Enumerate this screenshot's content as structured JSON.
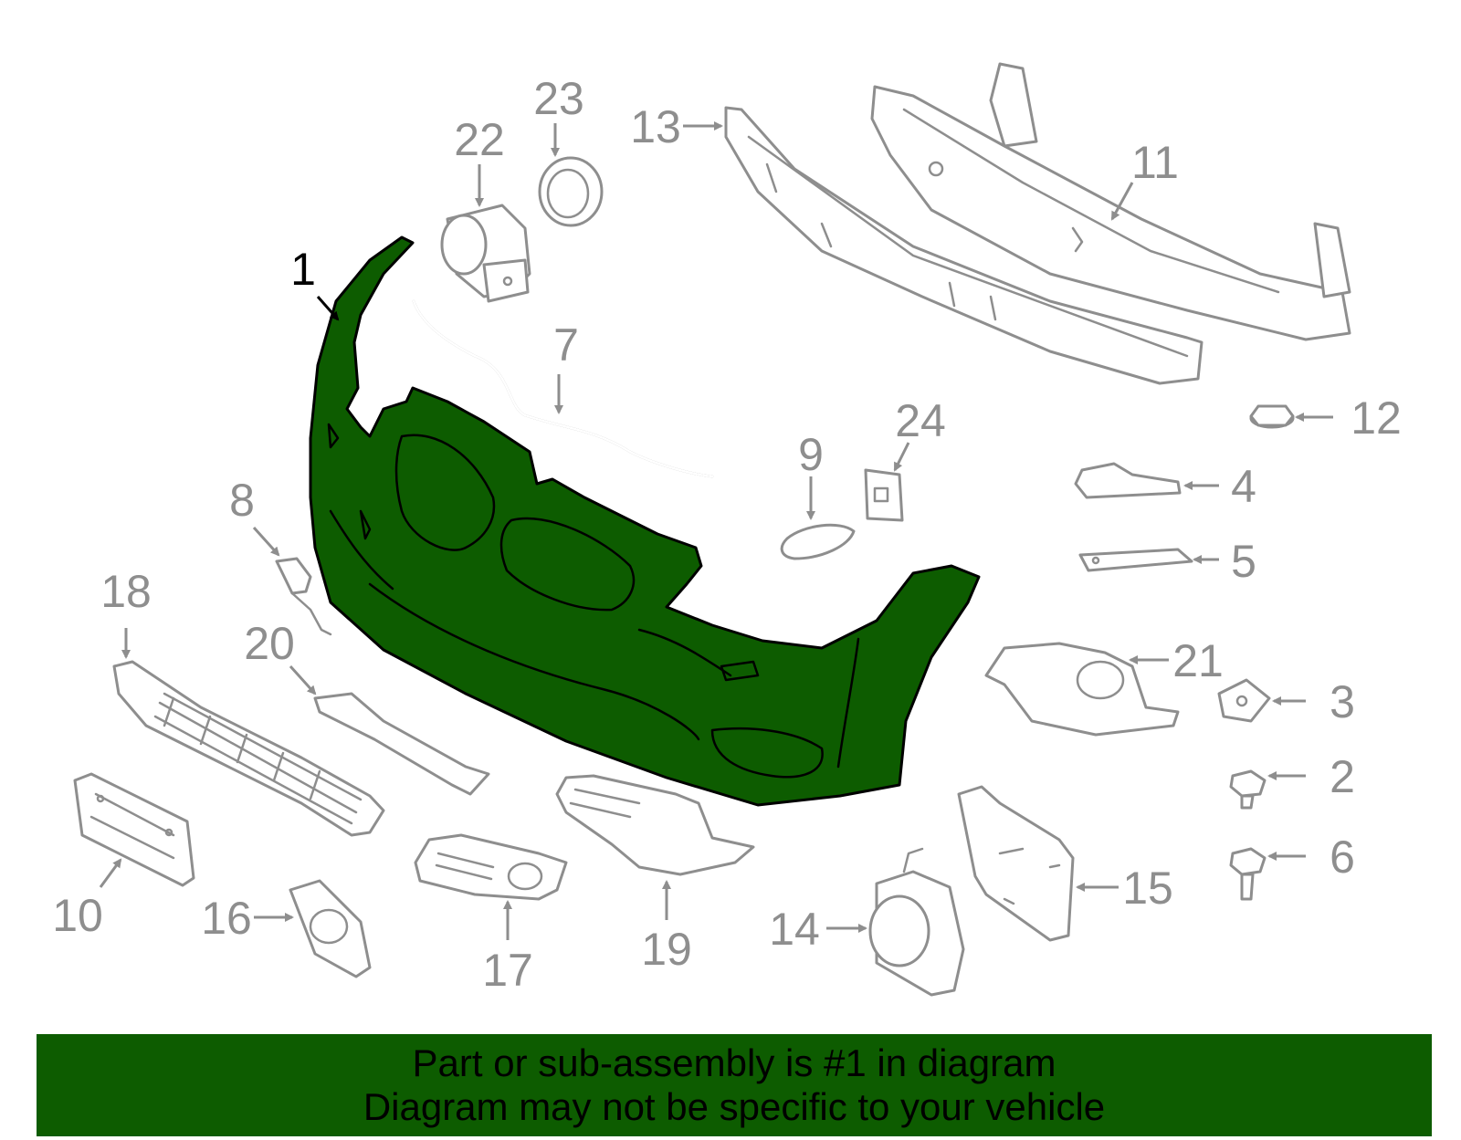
{
  "diagram": {
    "highlight_color": "#0d5c00",
    "line_color": "#8e8e8e",
    "highlighted_part": "1",
    "callouts": {
      "c1": "1",
      "c2": "2",
      "c3": "3",
      "c4": "4",
      "c5": "5",
      "c6": "6",
      "c7": "7",
      "c8": "8",
      "c9": "9",
      "c10": "10",
      "c11": "11",
      "c12": "12",
      "c13": "13",
      "c14": "14",
      "c15": "15",
      "c16": "16",
      "c17": "17",
      "c18": "18",
      "c19": "19",
      "c20": "20",
      "c21": "21",
      "c22": "22",
      "c23": "23",
      "c24": "24"
    }
  },
  "banner": {
    "background": "#0d5c00",
    "line1": "Part or sub-assembly is #1 in diagram",
    "line2": "Diagram may not be specific to your vehicle"
  }
}
